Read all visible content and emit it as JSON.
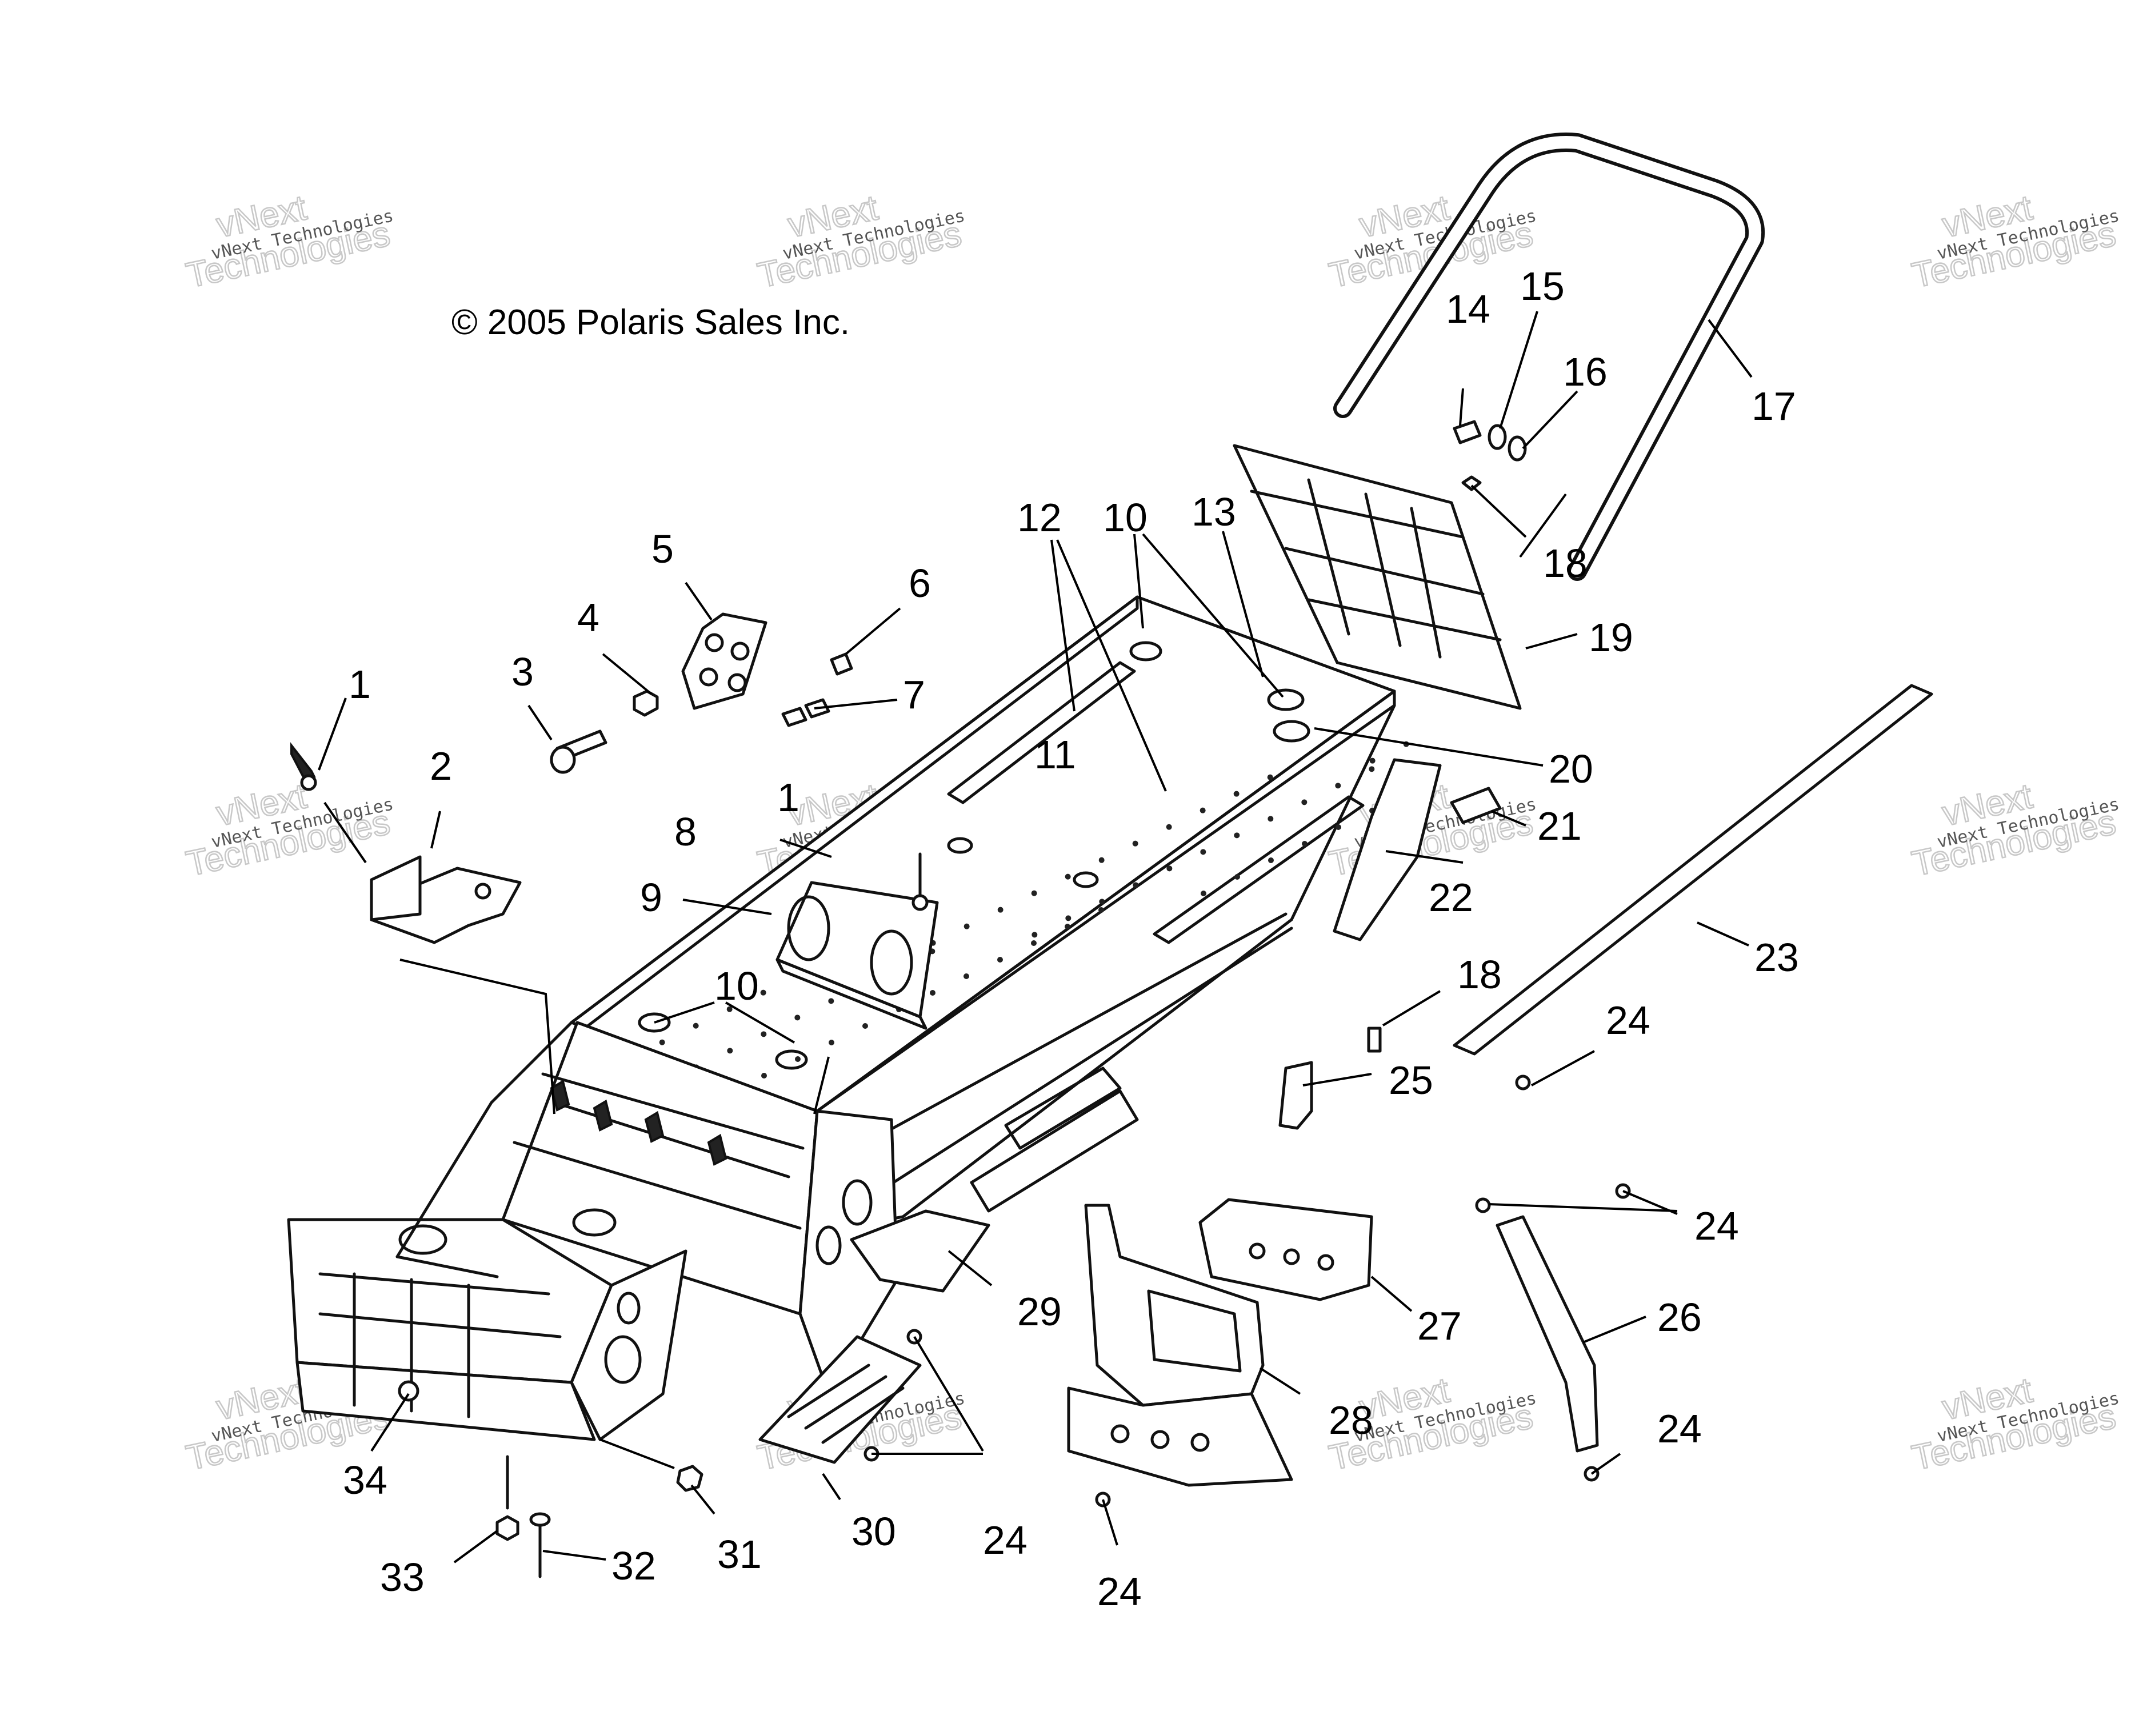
{
  "copyright": "© 2005 Polaris Sales Inc.",
  "watermark": {
    "line1": "vNext Technologies",
    "line2": "vNext",
    "line3": "Technologies"
  },
  "callouts": [
    {
      "id": "c1a",
      "label": "1"
    },
    {
      "id": "c1b",
      "label": "1"
    },
    {
      "id": "c2",
      "label": "2"
    },
    {
      "id": "c3",
      "label": "3"
    },
    {
      "id": "c4",
      "label": "4"
    },
    {
      "id": "c5",
      "label": "5"
    },
    {
      "id": "c6",
      "label": "6"
    },
    {
      "id": "c7",
      "label": "7"
    },
    {
      "id": "c8",
      "label": "8"
    },
    {
      "id": "c9",
      "label": "9"
    },
    {
      "id": "c10a",
      "label": "10"
    },
    {
      "id": "c10b",
      "label": "10"
    },
    {
      "id": "c11",
      "label": "11"
    },
    {
      "id": "c12",
      "label": "12"
    },
    {
      "id": "c13",
      "label": "13"
    },
    {
      "id": "c14",
      "label": "14"
    },
    {
      "id": "c15",
      "label": "15"
    },
    {
      "id": "c16",
      "label": "16"
    },
    {
      "id": "c17",
      "label": "17"
    },
    {
      "id": "c18a",
      "label": "18"
    },
    {
      "id": "c18b",
      "label": "18"
    },
    {
      "id": "c19",
      "label": "19"
    },
    {
      "id": "c20",
      "label": "20"
    },
    {
      "id": "c21",
      "label": "21"
    },
    {
      "id": "c22",
      "label": "22"
    },
    {
      "id": "c23",
      "label": "23"
    },
    {
      "id": "c24a",
      "label": "24"
    },
    {
      "id": "c24b",
      "label": "24"
    },
    {
      "id": "c24c",
      "label": "24"
    },
    {
      "id": "c24d",
      "label": "24"
    },
    {
      "id": "c24e",
      "label": "24"
    },
    {
      "id": "c25",
      "label": "25"
    },
    {
      "id": "c26",
      "label": "26"
    },
    {
      "id": "c27",
      "label": "27"
    },
    {
      "id": "c28",
      "label": "28"
    },
    {
      "id": "c29",
      "label": "29"
    },
    {
      "id": "c30",
      "label": "30"
    },
    {
      "id": "c31",
      "label": "31"
    },
    {
      "id": "c32",
      "label": "32"
    },
    {
      "id": "c33",
      "label": "33"
    },
    {
      "id": "c34",
      "label": "34"
    }
  ]
}
